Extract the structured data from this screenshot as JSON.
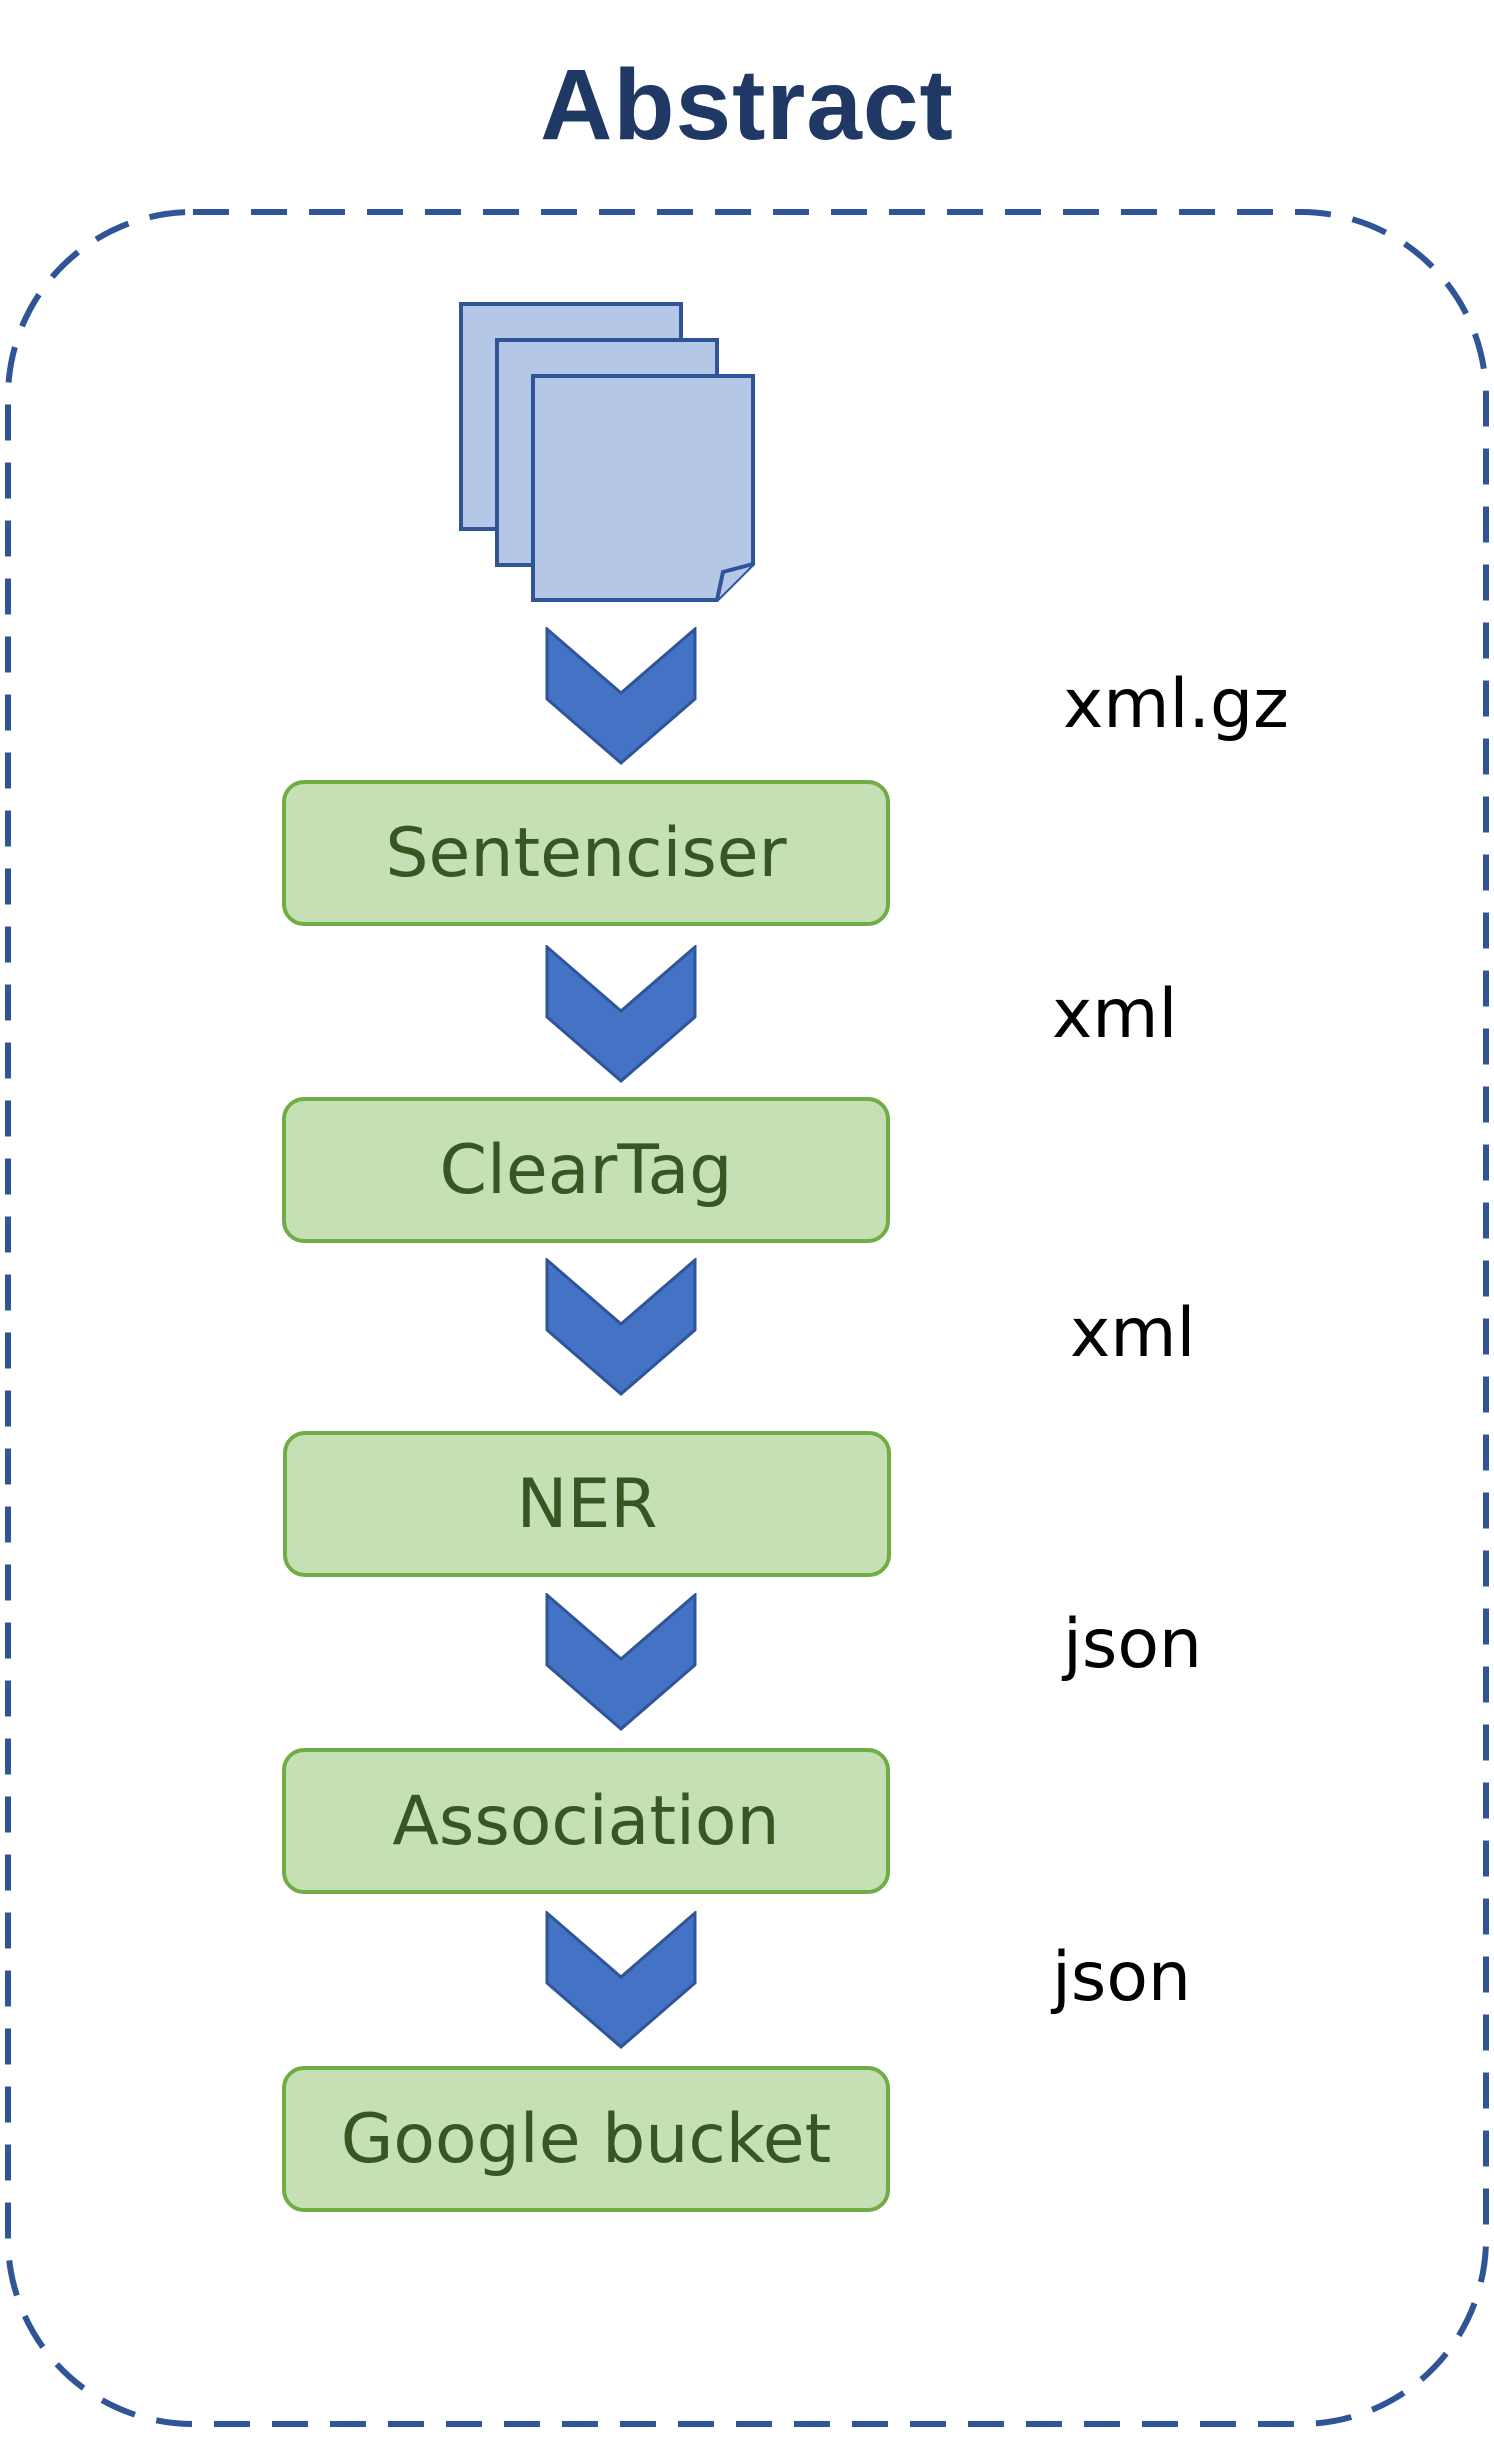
{
  "title": "Abstract",
  "colors": {
    "frame_border": "#2F5597",
    "title": "#1F3864",
    "arrow_fill": "#4472C4",
    "arrow_stroke": "#2F5597",
    "doc_fill": "#B4C7E7",
    "doc_stroke": "#2F5597",
    "box_fill": "#C5E0B4",
    "box_border": "#70AD47",
    "box_text": "#375623"
  },
  "input_icon": "stacked-documents-icon",
  "steps": [
    {
      "label": "Sentenciser"
    },
    {
      "label": "ClearTag"
    },
    {
      "label": "NER"
    },
    {
      "label": "Association"
    },
    {
      "label": "Google bucket"
    }
  ],
  "formats": [
    "xml.gz",
    "xml",
    "xml",
    "json",
    "json"
  ]
}
